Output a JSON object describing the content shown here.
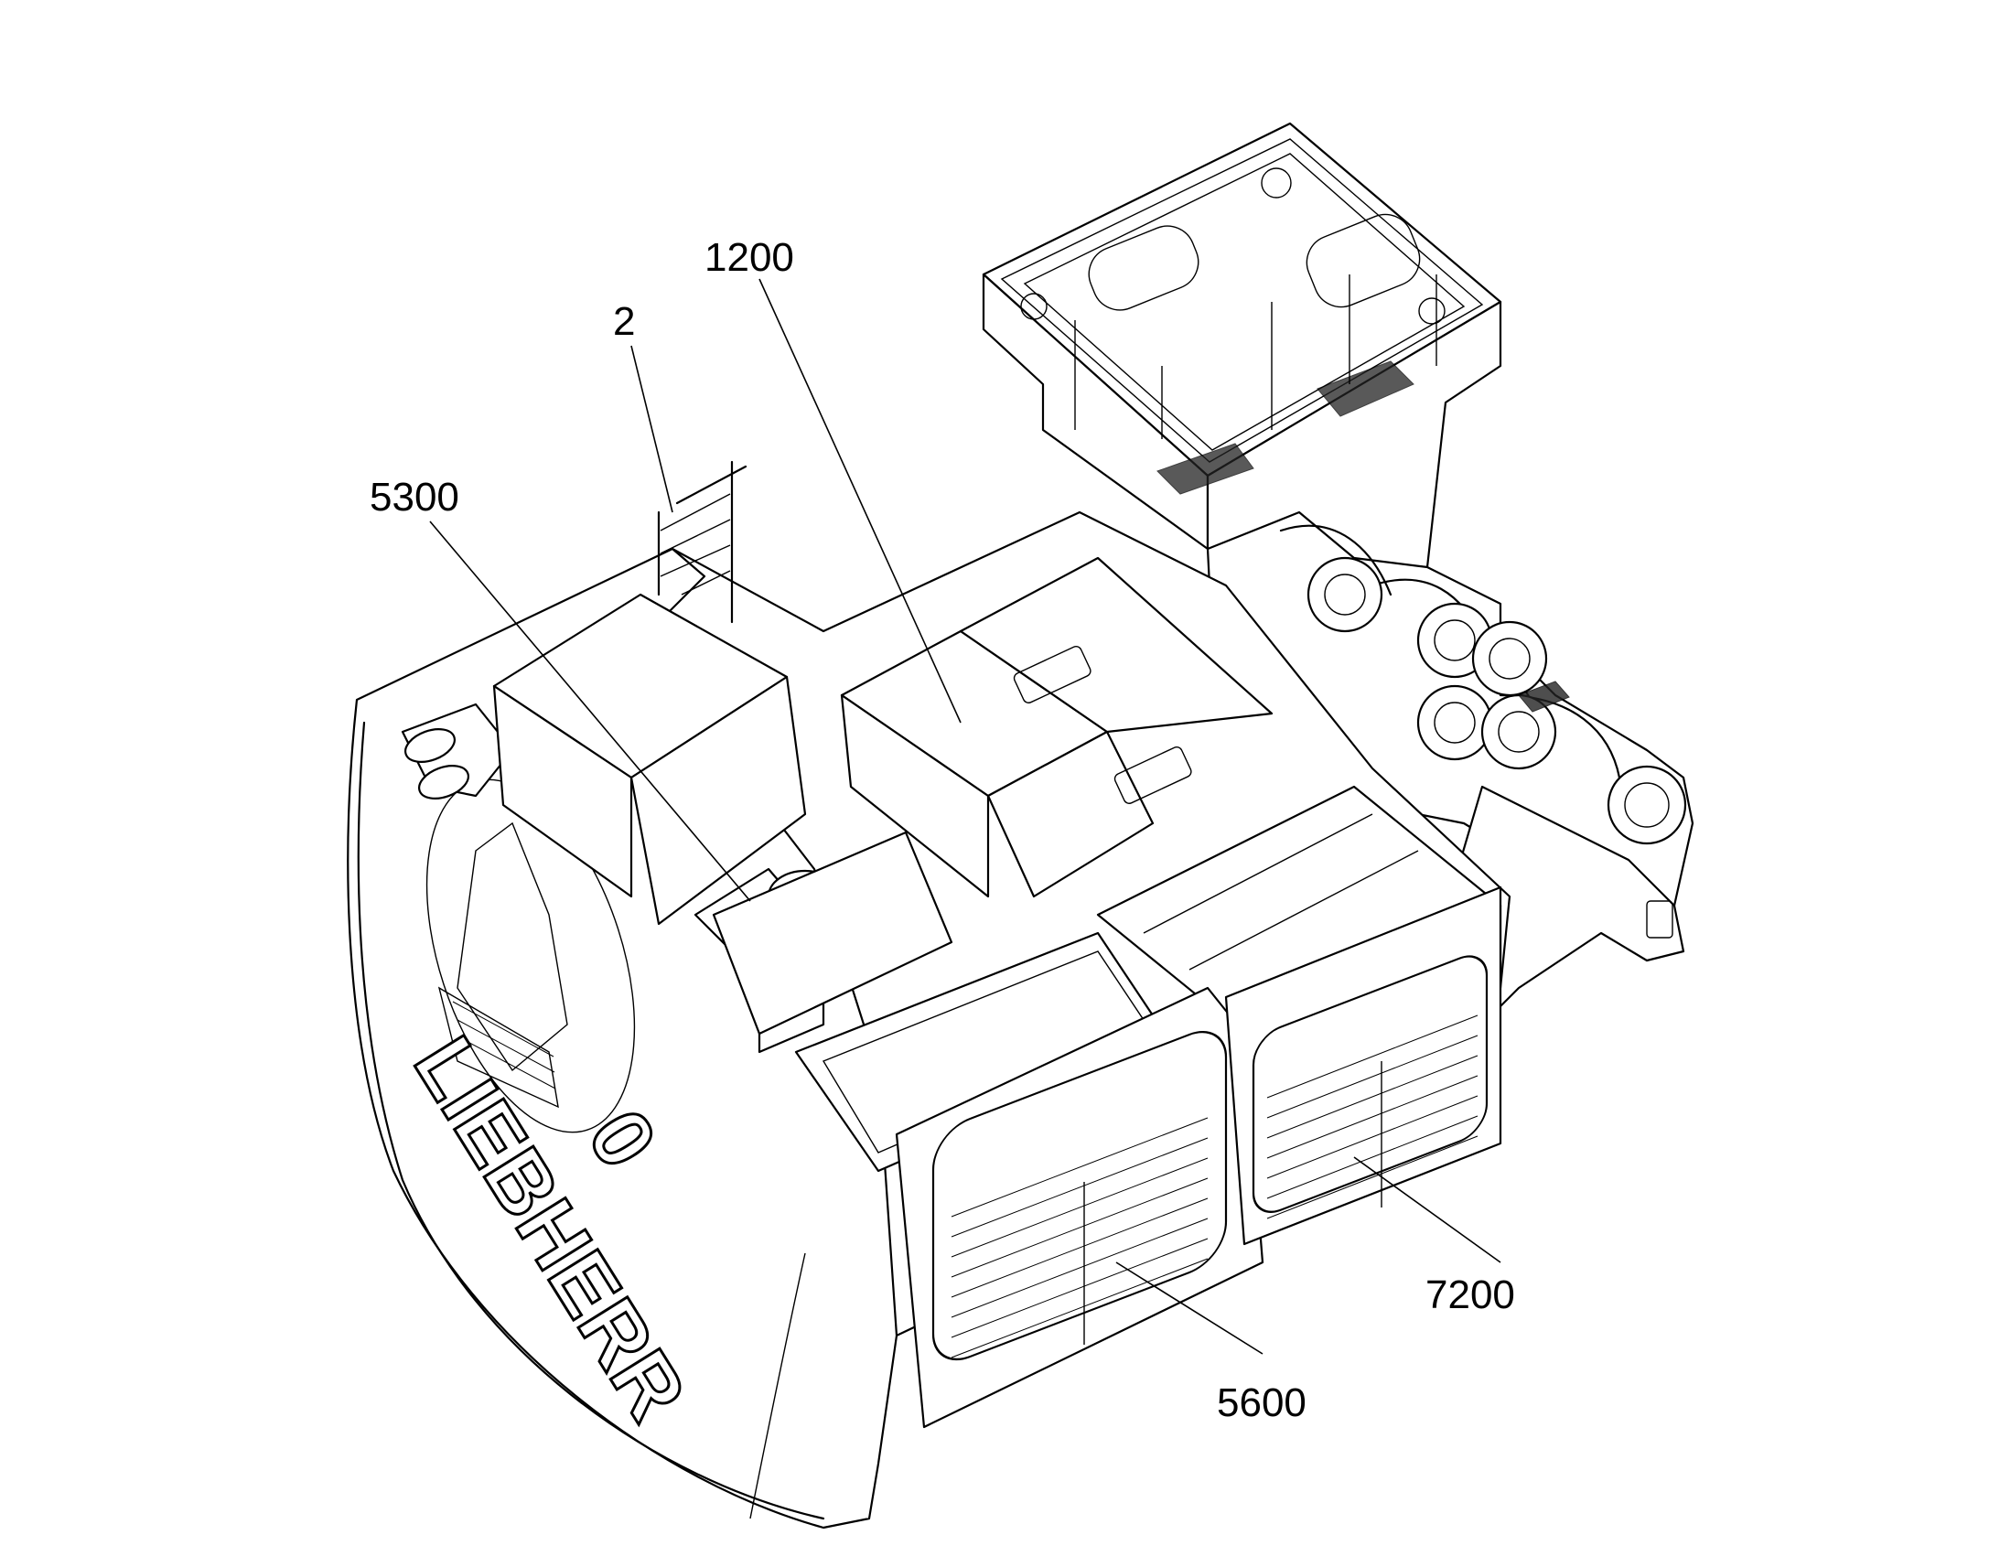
{
  "callouts": [
    {
      "id": "c2",
      "label": "2"
    },
    {
      "id": "c1200",
      "label": "1200"
    },
    {
      "id": "c5300",
      "label": "5300"
    },
    {
      "id": "c7200",
      "label": "7200"
    },
    {
      "id": "c5600",
      "label": "5600"
    }
  ],
  "brand_lettering": "LIEBHERR",
  "model_digits": "0"
}
